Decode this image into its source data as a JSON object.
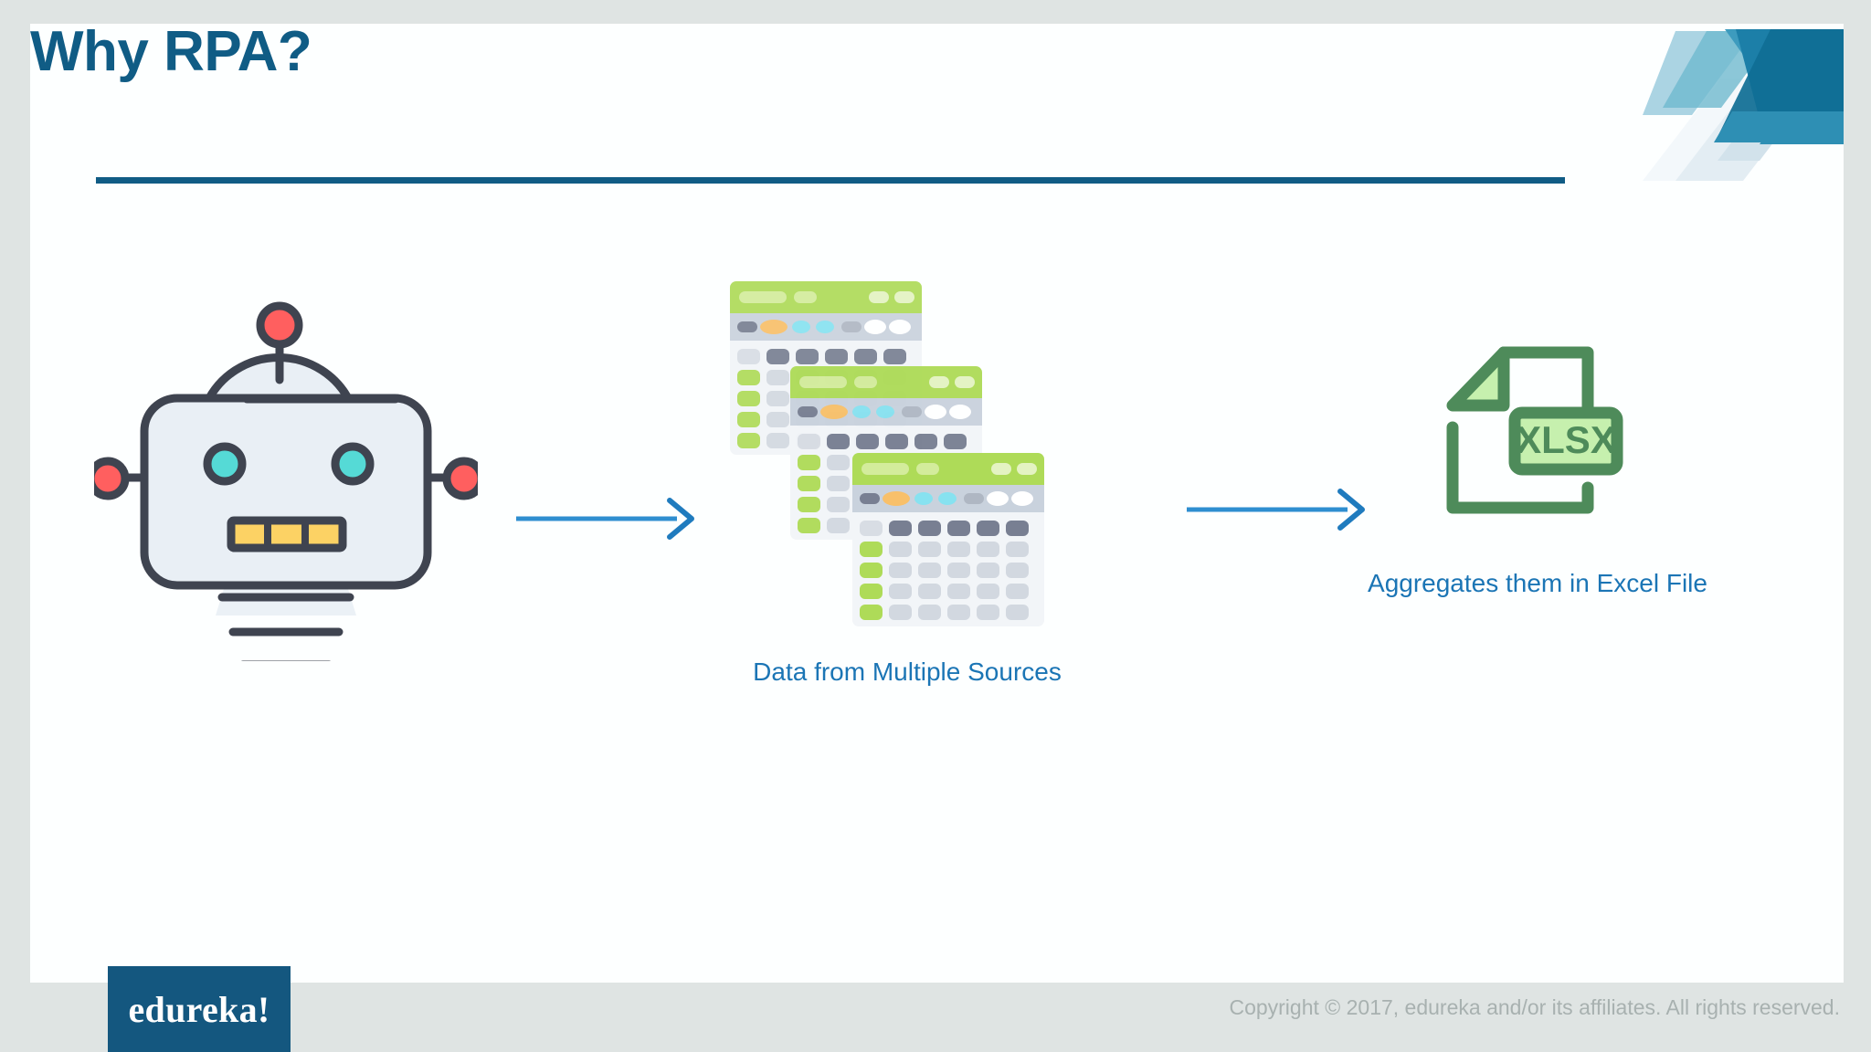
{
  "slide": {
    "title": "Why RPA?",
    "accent_color": "#105C85",
    "background_color": "#fdffff",
    "frame_color": "#dfe4e3"
  },
  "decoration": {
    "name": "corner-ribbon",
    "colors": [
      "#6FB9CE",
      "#8FC6D9",
      "#1C7FA8",
      "#0F6E95",
      "#2E8FB4",
      "#C9DCE6",
      "#E4EDF2",
      "#F2F7FA"
    ]
  },
  "flow": {
    "stages": [
      {
        "key": "robot",
        "icon": "robot-icon",
        "caption": "",
        "colors": {
          "outline": "#3F4450",
          "body": "#E9EFF5",
          "antenna_ball": "#FF5F5F",
          "ear_dot": "#FF5F5F",
          "eye": "#55DAD6",
          "mouth": "#FCD264"
        }
      },
      {
        "key": "sources",
        "icon": "spreadsheet-stack-icon",
        "caption": "Data from Multiple Sources",
        "caption_color": "#1B75B5",
        "colors": {
          "titlebar": "#AEDB58",
          "titlebar_chip": "#D3EC9C",
          "toolbar": "#C9D2DD",
          "sheet": "#F2F5F8",
          "row_header": "#AEDB58",
          "header_cell": "#787F92",
          "cell": "#D2D8E0",
          "accent_orange": "#F8C06A",
          "accent_cyan": "#87E2F0"
        }
      },
      {
        "key": "excel",
        "icon": "xlsx-file-icon",
        "caption": "Aggregates them in Excel File",
        "caption_color": "#1B75B5",
        "label": "XLSX",
        "colors": {
          "stroke": "#4E8B5A",
          "fill_light": "#C6F0AE",
          "text": "#4E8B5A"
        }
      }
    ],
    "arrows": [
      {
        "key": "arrow-1",
        "color": "#2E8ED0",
        "direction": "right"
      },
      {
        "key": "arrow-2",
        "color": "#2E8ED0",
        "direction": "right"
      }
    ]
  },
  "footer": {
    "brand": "edureka!",
    "brand_bg": "#14577F",
    "copyright": "Copyright © 2017, edureka and/or its affiliates. All rights reserved.",
    "copyright_color": "#a8b1b0"
  }
}
